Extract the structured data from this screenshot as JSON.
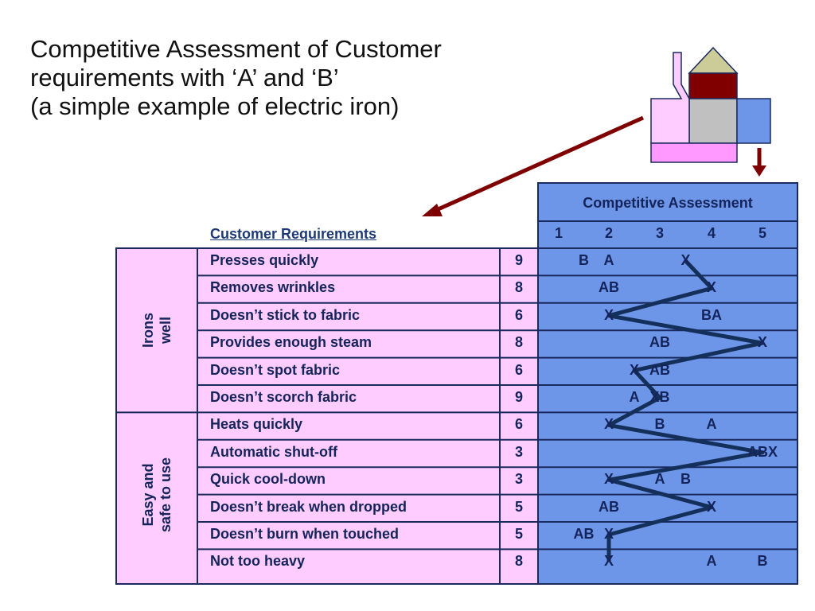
{
  "title": {
    "line1": "Competitive Assessment of Customer",
    "line2": "requirements with ‘A’ and ‘B’",
    "line3": "(a simple example of electric iron)"
  },
  "customer_requirements_header": "Customer Requirements",
  "competitive_assessment_header": "Competitive Assessment",
  "scale": [
    "1",
    "2",
    "3",
    "4",
    "5"
  ],
  "groups": [
    {
      "label": "Irons\nwell"
    },
    {
      "label": "Easy and\nsafe to use"
    }
  ],
  "requirements": [
    {
      "label": "Presses quickly",
      "importance": "9",
      "marks": [
        {
          "text": "B",
          "at": 1.5
        },
        {
          "text": "A",
          "at": 2.0
        },
        {
          "text": "X",
          "at": 3.5
        }
      ]
    },
    {
      "label": "Removes wrinkles",
      "importance": "8",
      "marks": [
        {
          "text": "AB",
          "at": 2.0
        },
        {
          "text": "X",
          "at": 4.0
        }
      ]
    },
    {
      "label": "Doesn’t stick to fabric",
      "importance": "6",
      "marks": [
        {
          "text": "X",
          "at": 2.0
        },
        {
          "text": "BA",
          "at": 4.0
        }
      ]
    },
    {
      "label": "Provides enough steam",
      "importance": "8",
      "marks": [
        {
          "text": "AB",
          "at": 3.0
        },
        {
          "text": "X",
          "at": 5.0
        }
      ]
    },
    {
      "label": "Doesn’t spot fabric",
      "importance": "6",
      "marks": [
        {
          "text": "X",
          "at": 2.5
        },
        {
          "text": "AB",
          "at": 3.0
        }
      ]
    },
    {
      "label": "Doesn’t scorch fabric",
      "importance": "9",
      "marks": [
        {
          "text": "A",
          "at": 2.5
        },
        {
          "text": "XB",
          "at": 3.0
        }
      ]
    },
    {
      "label": "Heats quickly",
      "importance": "6",
      "marks": [
        {
          "text": "X",
          "at": 2.0
        },
        {
          "text": "B",
          "at": 3.0
        },
        {
          "text": "A",
          "at": 4.0
        }
      ]
    },
    {
      "label": "Automatic shut-off",
      "importance": "3",
      "marks": [
        {
          "text": "ABX",
          "at": 5.0
        }
      ]
    },
    {
      "label": "Quick cool-down",
      "importance": "3",
      "marks": [
        {
          "text": "X",
          "at": 2.0
        },
        {
          "text": "A",
          "at": 3.0
        },
        {
          "text": "B",
          "at": 3.5
        }
      ]
    },
    {
      "label": "Doesn’t break when dropped",
      "importance": "5",
      "marks": [
        {
          "text": "AB",
          "at": 2.0
        },
        {
          "text": "X",
          "at": 4.0
        }
      ]
    },
    {
      "label": "Doesn’t burn when touched",
      "importance": "5",
      "marks": [
        {
          "text": "AB",
          "at": 1.5
        },
        {
          "text": "X",
          "at": 2.0
        }
      ]
    },
    {
      "label": "Not too heavy",
      "importance": "8",
      "marks": [
        {
          "text": "X",
          "at": 2.0
        },
        {
          "text": "A",
          "at": 4.0
        },
        {
          "text": "B",
          "at": 5.0
        }
      ]
    }
  ],
  "x_profile": [
    3.5,
    4.0,
    2.0,
    5.0,
    2.5,
    3.0,
    2.0,
    5.0,
    2.0,
    4.0,
    2.0,
    2.0
  ],
  "colors": {
    "requirement_fill": "#ffccff",
    "assessment_fill": "#6e96e8",
    "border": "#1a2a5e",
    "profile_line": "#14305a",
    "arrow": "#7f0000",
    "iron_top": "#cccc99",
    "iron_mid": "#800000",
    "iron_core": "#c0c0c0",
    "iron_side": "#ffccff",
    "iron_base": "#ff99ff"
  }
}
